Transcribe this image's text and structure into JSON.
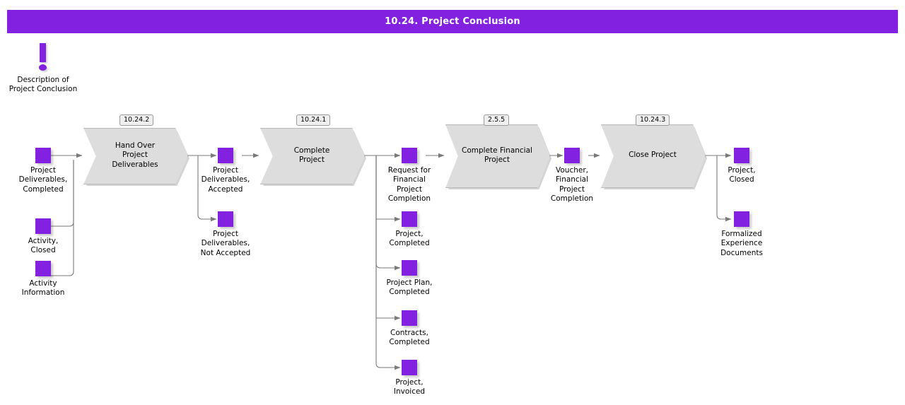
{
  "header": {
    "title": "10.24. Project Conclusion",
    "bg": "#8222e0",
    "fg": "#ffffff"
  },
  "note": {
    "icon": "exclamation-mark-icon",
    "caption": "Description of\nProject Conclusion"
  },
  "palette": {
    "object_fill": "#8222e0",
    "process_fill": "#dddddd",
    "process_stroke": "#b8b8b8",
    "connector": "#7a7a7a",
    "badge_fill": "#efefef",
    "badge_stroke": "#9a9a9a"
  },
  "processes": [
    {
      "id": "hand-over-project-deliverables",
      "badge": "10.24.2",
      "label": "Hand Over\nProject\nDeliverables"
    },
    {
      "id": "complete-project",
      "badge": "10.24.1",
      "label": "Complete\nProject"
    },
    {
      "id": "complete-financial-project",
      "badge": "2.5.5",
      "label": "Complete Financial\nProject"
    },
    {
      "id": "close-project",
      "badge": "10.24.3",
      "label": "Close Project"
    }
  ],
  "objects": [
    {
      "id": "project-deliverables-completed",
      "label": "Project\nDeliverables,\nCompleted"
    },
    {
      "id": "activity-closed",
      "label": "Activity,\nClosed"
    },
    {
      "id": "activity-information",
      "label": "Activity\nInformation"
    },
    {
      "id": "project-deliverables-accepted",
      "label": "Project\nDeliverables,\nAccepted"
    },
    {
      "id": "project-deliverables-not-accepted",
      "label": "Project\nDeliverables,\nNot Accepted"
    },
    {
      "id": "request-for-financial-project-completion",
      "label": "Request for\nFinancial\nProject\nCompletion"
    },
    {
      "id": "project-completed",
      "label": "Project,\nCompleted"
    },
    {
      "id": "project-plan-completed",
      "label": "Project Plan,\nCompleted"
    },
    {
      "id": "contracts-completed",
      "label": "Contracts,\nCompleted"
    },
    {
      "id": "project-invoiced",
      "label": "Project,\nInvoiced"
    },
    {
      "id": "voucher-financial-project-completion",
      "label": "Voucher,\nFinancial\nProject\nCompletion"
    },
    {
      "id": "project-closed",
      "label": "Project,\nClosed"
    },
    {
      "id": "formalized-experience-documents",
      "label": "Formalized\nExperience\nDocuments"
    }
  ]
}
